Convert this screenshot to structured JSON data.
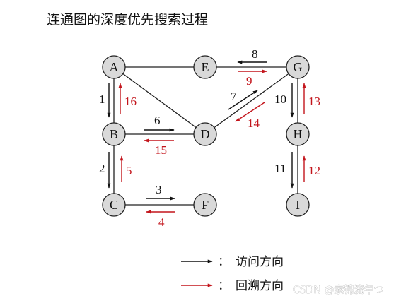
{
  "title": "连通图的深度优先搜索过程",
  "nodes": [
    {
      "id": "A",
      "label": "A"
    },
    {
      "id": "E",
      "label": "E"
    },
    {
      "id": "G",
      "label": "G"
    },
    {
      "id": "B",
      "label": "B"
    },
    {
      "id": "D",
      "label": "D"
    },
    {
      "id": "H",
      "label": "H"
    },
    {
      "id": "C",
      "label": "C"
    },
    {
      "id": "F",
      "label": "F"
    },
    {
      "id": "I",
      "label": "I"
    }
  ],
  "edges": [
    [
      "A",
      "E"
    ],
    [
      "E",
      "G"
    ],
    [
      "A",
      "B"
    ],
    [
      "A",
      "D"
    ],
    [
      "B",
      "D"
    ],
    [
      "D",
      "G"
    ],
    [
      "G",
      "H"
    ],
    [
      "B",
      "C"
    ],
    [
      "C",
      "F"
    ],
    [
      "H",
      "I"
    ]
  ],
  "steps": {
    "visit": [
      {
        "label": "1",
        "from": "A",
        "to": "B"
      },
      {
        "label": "2",
        "from": "B",
        "to": "C"
      },
      {
        "label": "3",
        "from": "C",
        "to": "F"
      },
      {
        "label": "6",
        "from": "B",
        "to": "D"
      },
      {
        "label": "7",
        "from": "D",
        "to": "G"
      },
      {
        "label": "8",
        "from": "G",
        "to": "E"
      },
      {
        "label": "10",
        "from": "G",
        "to": "H"
      },
      {
        "label": "11",
        "from": "H",
        "to": "I"
      }
    ],
    "backtrack": [
      {
        "label": "4",
        "from": "F",
        "to": "C"
      },
      {
        "label": "5",
        "from": "C",
        "to": "B"
      },
      {
        "label": "9",
        "from": "E",
        "to": "G"
      },
      {
        "label": "12",
        "from": "I",
        "to": "H"
      },
      {
        "label": "13",
        "from": "H",
        "to": "G"
      },
      {
        "label": "14",
        "from": "G",
        "to": "D"
      },
      {
        "label": "15",
        "from": "D",
        "to": "B"
      },
      {
        "label": "16",
        "from": "B",
        "to": "A"
      }
    ]
  },
  "legend": {
    "visit": {
      "colon": "：",
      "label": "访问方向"
    },
    "backtrack": {
      "colon": "：",
      "label": "回溯方向"
    }
  },
  "watermark": "CSDN @素锦流年つ",
  "colors": {
    "visit": "#111111",
    "backtrack": "#c3151c",
    "node_fill": "#d9d9d9"
  }
}
